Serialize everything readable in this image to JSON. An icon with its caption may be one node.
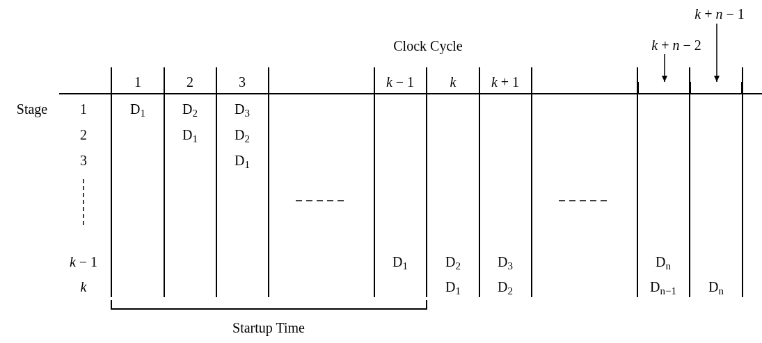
{
  "diagram": {
    "nodes": [
      {
        "text": [
          "*k* + *n* − 1"
        ]
      },
      {
        "text": [
          "*k* + *n* − 2"
        ]
      },
      {
        "text": [],
        "shape": "box"
      },
      {
        "text": [],
        "shape": "box"
      }
    ],
    "edges": [
      {
        "from": 1,
        "to": 2,
        "arrow": "to"
      },
      {
        "from": 0,
        "to": 3,
        "arrow": "to"
      }
    ],
    "labels": [
      "Clock Cycle",
      "1",
      "2",
      "3",
      "*k* − 1",
      "*k*",
      "*k* + 1",
      "Stage",
      "1",
      "D$_{1}$",
      "D$_{2}$",
      "D$_{3}$",
      "2",
      "D$_{1}$",
      "D$_{2}$",
      "3",
      "D$_{1}$",
      "*k* − 1",
      "D$_{1}$",
      "D$_{2}$",
      "D$_{3}$",
      "D$_{n}$",
      "*k*",
      "D$_{1}$",
      "D$_{2}$",
      "D$_{n−1}$",
      "D$_{n}$",
      "Startup Time"
    ]
  }
}
